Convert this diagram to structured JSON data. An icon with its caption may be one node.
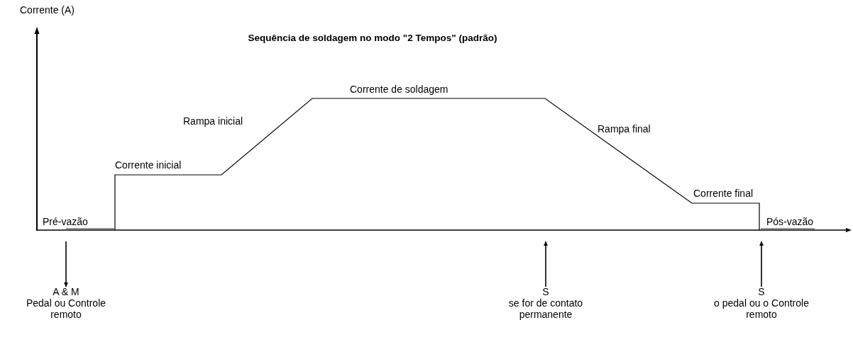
{
  "diagram": {
    "title": "Sequência de soldagem no modo \"2 Tempos\" (padrão)",
    "nodes": [
      {
        "text": [
          "A & M",
          "Pedal ou Controle remoto"
        ]
      },
      {
        "text": [
          "S",
          "se for de contato permanente"
        ]
      },
      {
        "text": [
          "S",
          "o pedal ou o Controle remoto"
        ]
      }
    ],
    "edges": [
      {
        "from": null,
        "to": 0,
        "arrow": "to"
      },
      {
        "from": 1,
        "to": null,
        "arrow": "to"
      },
      {
        "from": 2,
        "to": null,
        "arrow": "to"
      }
    ],
    "labels": [
      "Corrente (A)",
      "Corrente de soldagem",
      "Rampa inicial",
      "Rampa final",
      "Corrente inicial",
      "Corrente final",
      "Pré-vazão",
      "Pós-vazão"
    ]
  }
}
